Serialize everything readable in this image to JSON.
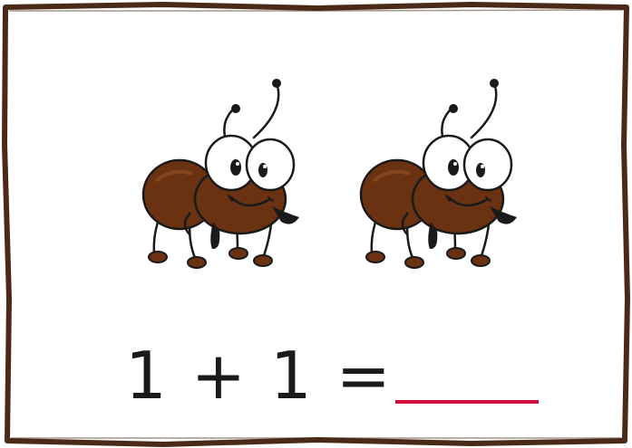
{
  "equation": {
    "text": "1 + 1 =",
    "operand_left": "1",
    "operator": "+",
    "operand_right": "1",
    "equals": "="
  },
  "illustration": {
    "count": 2,
    "icon": "ant-icon"
  },
  "colors": {
    "frame": "#4a2a17",
    "ant_body": "#6b3212",
    "ant_dark": "#3e1d0a",
    "outline": "#1a1a1a",
    "answer_line": "#d0103a",
    "background": "#ffffff"
  }
}
